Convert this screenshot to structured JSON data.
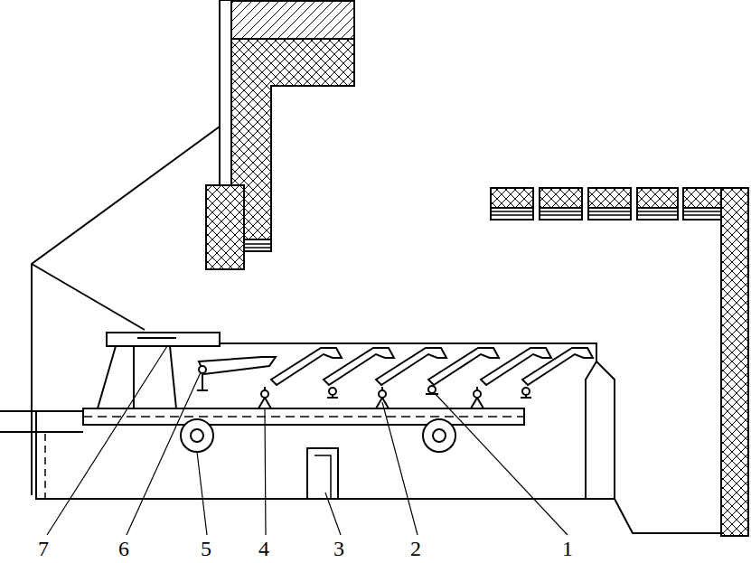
{
  "diagram": {
    "labels": [
      "7",
      "6",
      "5",
      "4",
      "3",
      "2",
      "1"
    ]
  }
}
